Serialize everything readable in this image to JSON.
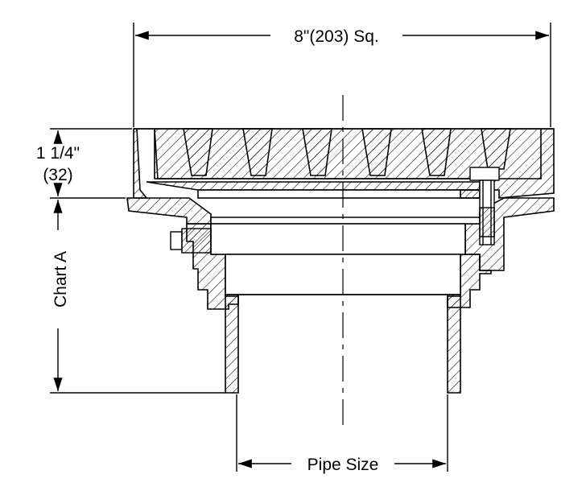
{
  "dimensions": {
    "top_width": "8\"(203) Sq.",
    "grate_height_in": "1 1/4\"",
    "grate_height_mm": "(32)",
    "body_height": "Chart A",
    "outlet": "Pipe Size"
  }
}
